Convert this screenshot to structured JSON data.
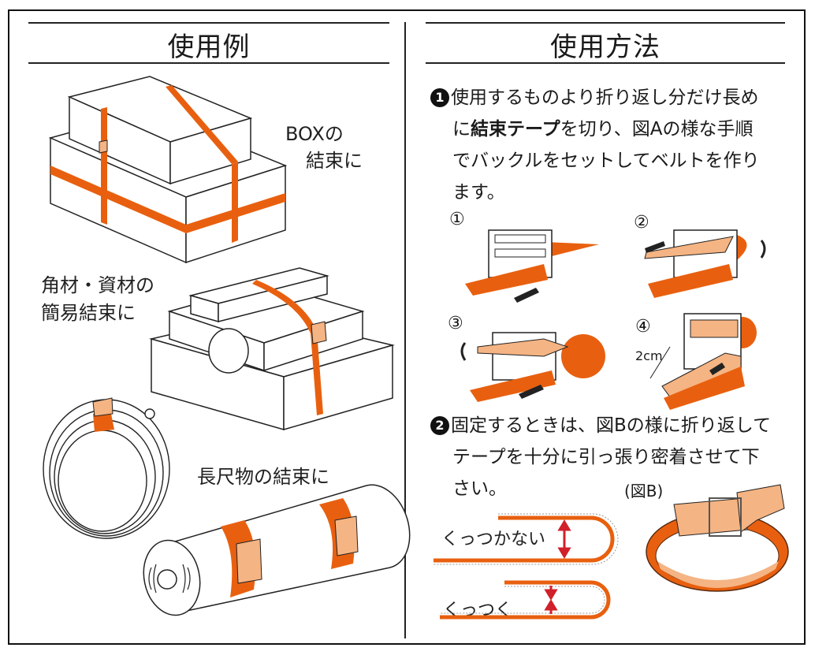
{
  "left": {
    "title": "使用例",
    "labels": {
      "box": [
        "BOXの",
        "結束に"
      ],
      "lumber": [
        "角材・資材の",
        "簡易結束に"
      ],
      "long": "長尺物の結束に"
    }
  },
  "right": {
    "title": "使用方法",
    "step1": {
      "num": "1",
      "lines": [
        "使用するものより折り返し分だけ長め",
        "に",
        "結束テープ",
        "を切り、図Aの様な手順",
        "でバックルをセットしてベルトを作り",
        "ます。"
      ]
    },
    "figure_a": {
      "steps": [
        "①",
        "②",
        "③",
        "④"
      ],
      "measure": "2cm"
    },
    "step2": {
      "num": "2",
      "lines": [
        "固定するときは、図Bの様に折り返して",
        "テープを十分に引っ張り密着させて下",
        "さい。"
      ]
    },
    "figure_b": {
      "label": "(図B)",
      "not_stick": "くっつかない",
      "stick": "くっつく"
    }
  },
  "colors": {
    "strap": "#E8600F",
    "strap_light": "#F5B483",
    "arrow_red": "#D0202A",
    "line": "#222222"
  }
}
